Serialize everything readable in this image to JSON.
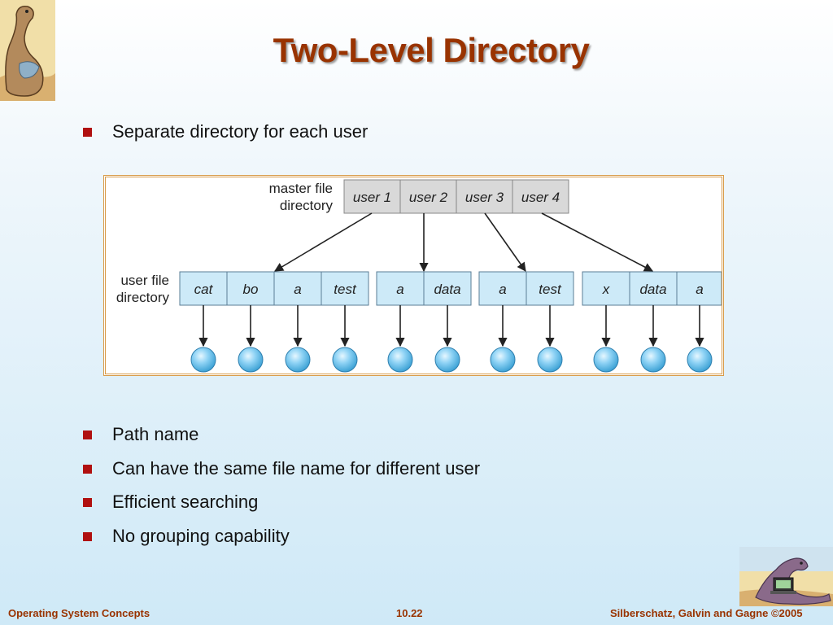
{
  "slide": {
    "title": "Two-Level Directory",
    "bullets_top": [
      "Separate directory for each user"
    ],
    "bullets_bottom": [
      "Path name",
      "Can have the same file name for different user",
      "Efficient searching",
      "No grouping capability"
    ]
  },
  "diagram": {
    "master_label": [
      "master file",
      "directory"
    ],
    "user_label": [
      "user file",
      "directory"
    ],
    "master_entries": [
      "user 1",
      "user 2",
      "user 3",
      "user 4"
    ],
    "user_dirs": [
      [
        "cat",
        "bo",
        "a",
        "test"
      ],
      [
        "a",
        "data"
      ],
      [
        "a",
        "test"
      ],
      [
        "x",
        "data",
        "a"
      ]
    ]
  },
  "footer": {
    "left": "Operating System Concepts",
    "center": "10.22",
    "right": "Silberschatz, Galvin and Gagne ©2005"
  },
  "colors": {
    "title": "#993300",
    "master_fill": "#d9d9d9",
    "user_fill": "#cdeaf8",
    "node_fill": "#8fd3f5"
  },
  "icons": [
    "dinosaur-logo-icon",
    "dinosaur-laptop-logo-icon",
    "square-bullet-icon",
    "file-node-icon"
  ]
}
